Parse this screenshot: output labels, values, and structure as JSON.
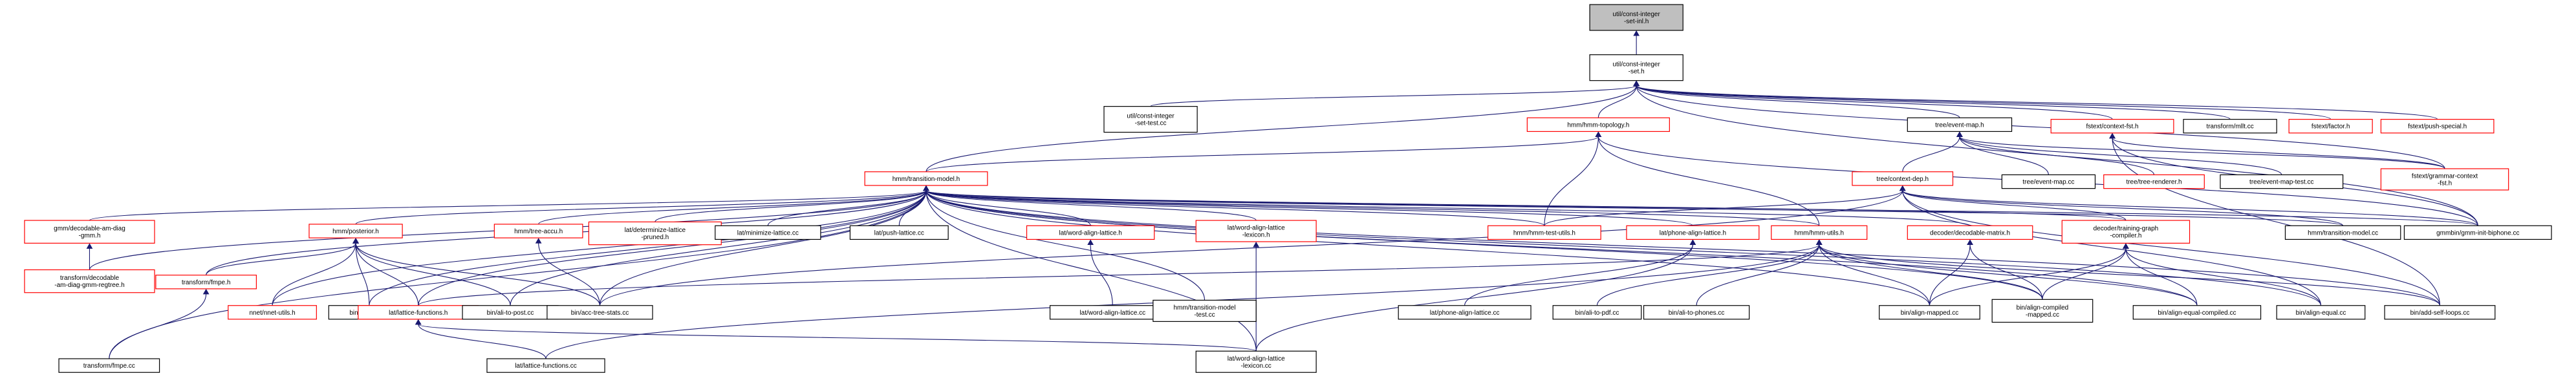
{
  "colors": {
    "edge": "#191970",
    "node_fill": "#ffffff",
    "node_border_default": "#000000",
    "node_border_incomplete": "#ff0000",
    "node_fill_focus": "#bfbfbf"
  },
  "nodes": [
    {
      "id": "n0",
      "lines": [
        "util/const-integer",
        "-set-inl.h"
      ],
      "style": "focus"
    },
    {
      "id": "n1",
      "lines": [
        "util/const-integer",
        "-set.h"
      ],
      "style": "black"
    },
    {
      "id": "n2",
      "lines": [
        "util/const-integer",
        "-set-test.cc"
      ],
      "style": "black"
    },
    {
      "id": "n3",
      "lines": [
        "hmm/hmm-topology.h"
      ],
      "style": "red"
    },
    {
      "id": "n4",
      "lines": [
        "tree/event-map.h"
      ],
      "style": "black"
    },
    {
      "id": "n5",
      "lines": [
        "fstext/context-fst.h"
      ],
      "style": "red"
    },
    {
      "id": "n6",
      "lines": [
        "transform/mllt.cc"
      ],
      "style": "black"
    },
    {
      "id": "n7",
      "lines": [
        "fstext/factor.h"
      ],
      "style": "red"
    },
    {
      "id": "n8",
      "lines": [
        "fstext/push-special.h"
      ],
      "style": "red"
    },
    {
      "id": "n9",
      "lines": [
        "hmm/transition-model.h"
      ],
      "style": "red"
    },
    {
      "id": "n10",
      "lines": [
        "tree/context-dep.h"
      ],
      "style": "red"
    },
    {
      "id": "n11",
      "lines": [
        "tree/event-map.cc"
      ],
      "style": "black"
    },
    {
      "id": "n12",
      "lines": [
        "tree/tree-renderer.h"
      ],
      "style": "red"
    },
    {
      "id": "n13",
      "lines": [
        "tree/event-map-test.cc"
      ],
      "style": "black"
    },
    {
      "id": "n14",
      "lines": [
        "fstext/grammar-context",
        "-fst.h"
      ],
      "style": "red"
    },
    {
      "id": "n15",
      "lines": [
        "gmm/decodable-am-diag",
        "-gmm.h"
      ],
      "style": "red"
    },
    {
      "id": "n16",
      "lines": [
        "hmm/posterior.h"
      ],
      "style": "red"
    },
    {
      "id": "n17",
      "lines": [
        "hmm/tree-accu.h"
      ],
      "style": "red"
    },
    {
      "id": "n18",
      "lines": [
        "lat/determinize-lattice",
        "-pruned.h"
      ],
      "style": "red"
    },
    {
      "id": "n19",
      "lines": [
        "lat/minimize-lattice.cc"
      ],
      "style": "black"
    },
    {
      "id": "n20",
      "lines": [
        "lat/push-lattice.cc"
      ],
      "style": "black"
    },
    {
      "id": "n21",
      "lines": [
        "lat/word-align-lattice.h"
      ],
      "style": "red"
    },
    {
      "id": "n22",
      "lines": [
        "lat/word-align-lattice",
        "-lexicon.h"
      ],
      "style": "red"
    },
    {
      "id": "n23",
      "lines": [
        "hmm/hmm-test-utils.h"
      ],
      "style": "red"
    },
    {
      "id": "n24",
      "lines": [
        "lat/phone-align-lattice.h"
      ],
      "style": "red"
    },
    {
      "id": "n25",
      "lines": [
        "hmm/hmm-utils.h"
      ],
      "style": "red"
    },
    {
      "id": "n26",
      "lines": [
        "decoder/decodable-matrix.h"
      ],
      "style": "red"
    },
    {
      "id": "n27",
      "lines": [
        "decoder/training-graph",
        "-compiler.h"
      ],
      "style": "red"
    },
    {
      "id": "n28",
      "lines": [
        "hmm/transition-model.cc"
      ],
      "style": "black"
    },
    {
      "id": "n29",
      "lines": [
        "gmmbin/gmm-init-biphone.cc"
      ],
      "style": "black"
    },
    {
      "id": "n30",
      "lines": [
        "transform/decodable",
        "-am-diag-gmm-regtree.h"
      ],
      "style": "red"
    },
    {
      "id": "n31",
      "lines": [
        "transform/fmpe.h"
      ],
      "style": "red"
    },
    {
      "id": "n32",
      "lines": [
        "nnet/nnet-utils.h"
      ],
      "style": "red"
    },
    {
      "id": "n33",
      "lines": [
        "bin/acc-lda.cc"
      ],
      "style": "black"
    },
    {
      "id": "n34",
      "lines": [
        "lat/lattice-functions.h"
      ],
      "style": "red"
    },
    {
      "id": "n35",
      "lines": [
        "bin/ali-to-post.cc"
      ],
      "style": "black"
    },
    {
      "id": "n36",
      "lines": [
        "bin/acc-tree-stats.cc"
      ],
      "style": "black"
    },
    {
      "id": "n37",
      "lines": [
        "lat/word-align-lattice.cc"
      ],
      "style": "black"
    },
    {
      "id": "n38",
      "lines": [
        "hmm/transition-model",
        "-test.cc"
      ],
      "style": "black"
    },
    {
      "id": "n39",
      "lines": [
        "lat/phone-align-lattice.cc"
      ],
      "style": "black"
    },
    {
      "id": "n40",
      "lines": [
        "bin/ali-to-pdf.cc"
      ],
      "style": "black"
    },
    {
      "id": "n41",
      "lines": [
        "bin/ali-to-phones.cc"
      ],
      "style": "black"
    },
    {
      "id": "n42",
      "lines": [
        "bin/align-mapped.cc"
      ],
      "style": "black"
    },
    {
      "id": "n43",
      "lines": [
        "bin/align-compiled",
        "-mapped.cc"
      ],
      "style": "black"
    },
    {
      "id": "n44",
      "lines": [
        "bin/align-equal-compiled.cc"
      ],
      "style": "black"
    },
    {
      "id": "n45",
      "lines": [
        "bin/align-equal.cc"
      ],
      "style": "black"
    },
    {
      "id": "n46",
      "lines": [
        "bin/add-self-loops.cc"
      ],
      "style": "black"
    },
    {
      "id": "n47",
      "lines": [
        "transform/fmpe.cc"
      ],
      "style": "black"
    },
    {
      "id": "n48",
      "lines": [
        "lat/lattice-functions.cc"
      ],
      "style": "black"
    },
    {
      "id": "n49",
      "lines": [
        "lat/word-align-lattice",
        "-lexicon.cc"
      ],
      "style": "black"
    }
  ],
  "edges": [
    [
      "n0",
      "n1"
    ],
    [
      "n1",
      "n2"
    ],
    [
      "n1",
      "n3"
    ],
    [
      "n1",
      "n4"
    ],
    [
      "n1",
      "n5"
    ],
    [
      "n1",
      "n6"
    ],
    [
      "n1",
      "n7"
    ],
    [
      "n1",
      "n8"
    ],
    [
      "n1",
      "n9"
    ],
    [
      "n1",
      "n14"
    ],
    [
      "n1",
      "n29"
    ],
    [
      "n3",
      "n9"
    ],
    [
      "n3",
      "n25"
    ],
    [
      "n3",
      "n29"
    ],
    [
      "n3",
      "n23"
    ],
    [
      "n4",
      "n10"
    ],
    [
      "n4",
      "n11"
    ],
    [
      "n4",
      "n12"
    ],
    [
      "n4",
      "n13"
    ],
    [
      "n4",
      "n14"
    ],
    [
      "n5",
      "n14"
    ],
    [
      "n5",
      "n29"
    ],
    [
      "n5",
      "n46"
    ],
    [
      "n9",
      "n15"
    ],
    [
      "n9",
      "n16"
    ],
    [
      "n9",
      "n17"
    ],
    [
      "n9",
      "n18"
    ],
    [
      "n9",
      "n19"
    ],
    [
      "n9",
      "n20"
    ],
    [
      "n9",
      "n21"
    ],
    [
      "n9",
      "n22"
    ],
    [
      "n9",
      "n23"
    ],
    [
      "n9",
      "n24"
    ],
    [
      "n9",
      "n25"
    ],
    [
      "n9",
      "n26"
    ],
    [
      "n9",
      "n27"
    ],
    [
      "n9",
      "n28"
    ],
    [
      "n9",
      "n29"
    ],
    [
      "n9",
      "n30"
    ],
    [
      "n9",
      "n31"
    ],
    [
      "n9",
      "n32"
    ],
    [
      "n9",
      "n33"
    ],
    [
      "n9",
      "n34"
    ],
    [
      "n9",
      "n35"
    ],
    [
      "n9",
      "n36"
    ],
    [
      "n9",
      "n38"
    ],
    [
      "n9",
      "n42"
    ],
    [
      "n9",
      "n43"
    ],
    [
      "n9",
      "n44"
    ],
    [
      "n9",
      "n45"
    ],
    [
      "n9",
      "n46"
    ],
    [
      "n9",
      "n47"
    ],
    [
      "n9",
      "n49"
    ],
    [
      "n10",
      "n27"
    ],
    [
      "n10",
      "n28"
    ],
    [
      "n10",
      "n29"
    ],
    [
      "n10",
      "n36"
    ],
    [
      "n10",
      "n45"
    ],
    [
      "n10",
      "n23"
    ],
    [
      "n10",
      "n46"
    ],
    [
      "n15",
      "n30"
    ],
    [
      "n16",
      "n31"
    ],
    [
      "n16",
      "n32"
    ],
    [
      "n16",
      "n33"
    ],
    [
      "n16",
      "n34"
    ],
    [
      "n16",
      "n35"
    ],
    [
      "n16",
      "n36"
    ],
    [
      "n17",
      "n36"
    ],
    [
      "n21",
      "n37"
    ],
    [
      "n22",
      "n49"
    ],
    [
      "n24",
      "n39"
    ],
    [
      "n24",
      "n49"
    ],
    [
      "n25",
      "n40"
    ],
    [
      "n25",
      "n41"
    ],
    [
      "n25",
      "n42"
    ],
    [
      "n25",
      "n43"
    ],
    [
      "n25",
      "n44"
    ],
    [
      "n25",
      "n46"
    ],
    [
      "n25",
      "n48"
    ],
    [
      "n25",
      "n34"
    ],
    [
      "n26",
      "n42"
    ],
    [
      "n26",
      "n43"
    ],
    [
      "n27",
      "n42"
    ],
    [
      "n27",
      "n43"
    ],
    [
      "n27",
      "n44"
    ],
    [
      "n27",
      "n45"
    ],
    [
      "n31",
      "n47"
    ],
    [
      "n34",
      "n48"
    ],
    [
      "n34",
      "n49"
    ]
  ]
}
